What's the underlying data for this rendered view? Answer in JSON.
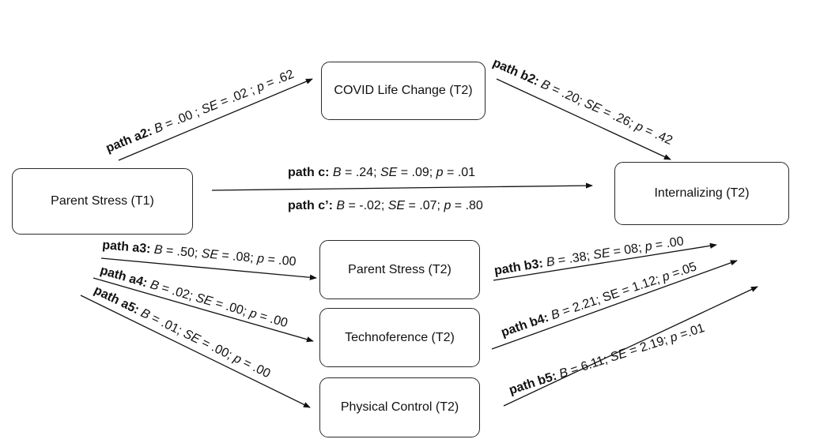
{
  "nodes": {
    "parent_stress_t1": "Parent Stress (T1)",
    "covid_life_change_t2": "COVID Life Change (T2)",
    "internalizing_t2": "Internalizing (T2)",
    "parent_stress_t2": "Parent Stress (T2)",
    "technoference_t2": "Technoference (T2)",
    "physical_control_t2": "Physical Control (T2)"
  },
  "paths": {
    "a2": {
      "name": "path a2:",
      "B": ".00 ",
      "SE": ".02 ",
      "p": ".62"
    },
    "b2": {
      "name": "path b2:",
      "B": ".20",
      "SE": ".26",
      "p": ".42"
    },
    "c": {
      "name": "path c:",
      "B": ".24",
      "SE": ".09",
      "p": ".01"
    },
    "c_prime": {
      "name": "path c’:",
      "B": "-.02",
      "SE": ".07",
      "p": ".80"
    },
    "a3": {
      "name": "path a3:",
      "B": ".50",
      "SE": ".08",
      "p": ".00"
    },
    "a4": {
      "name": "path a4:",
      "B": ".02",
      "SE": ".00",
      "p": ".00"
    },
    "a5": {
      "name": "path a5:",
      "B": ".01",
      "SE": ".00",
      "p": ".00"
    },
    "b3": {
      "name": "path b3:",
      "B": ".38",
      "SE": "08",
      "p": ".00"
    },
    "b4": {
      "name": "path b4:",
      "B": "2.21",
      "SE": "1.12",
      "p": ".05"
    },
    "b5": {
      "name": "path b5:",
      "B": "6.11",
      "SE": "2.19",
      "p": ".01"
    }
  }
}
